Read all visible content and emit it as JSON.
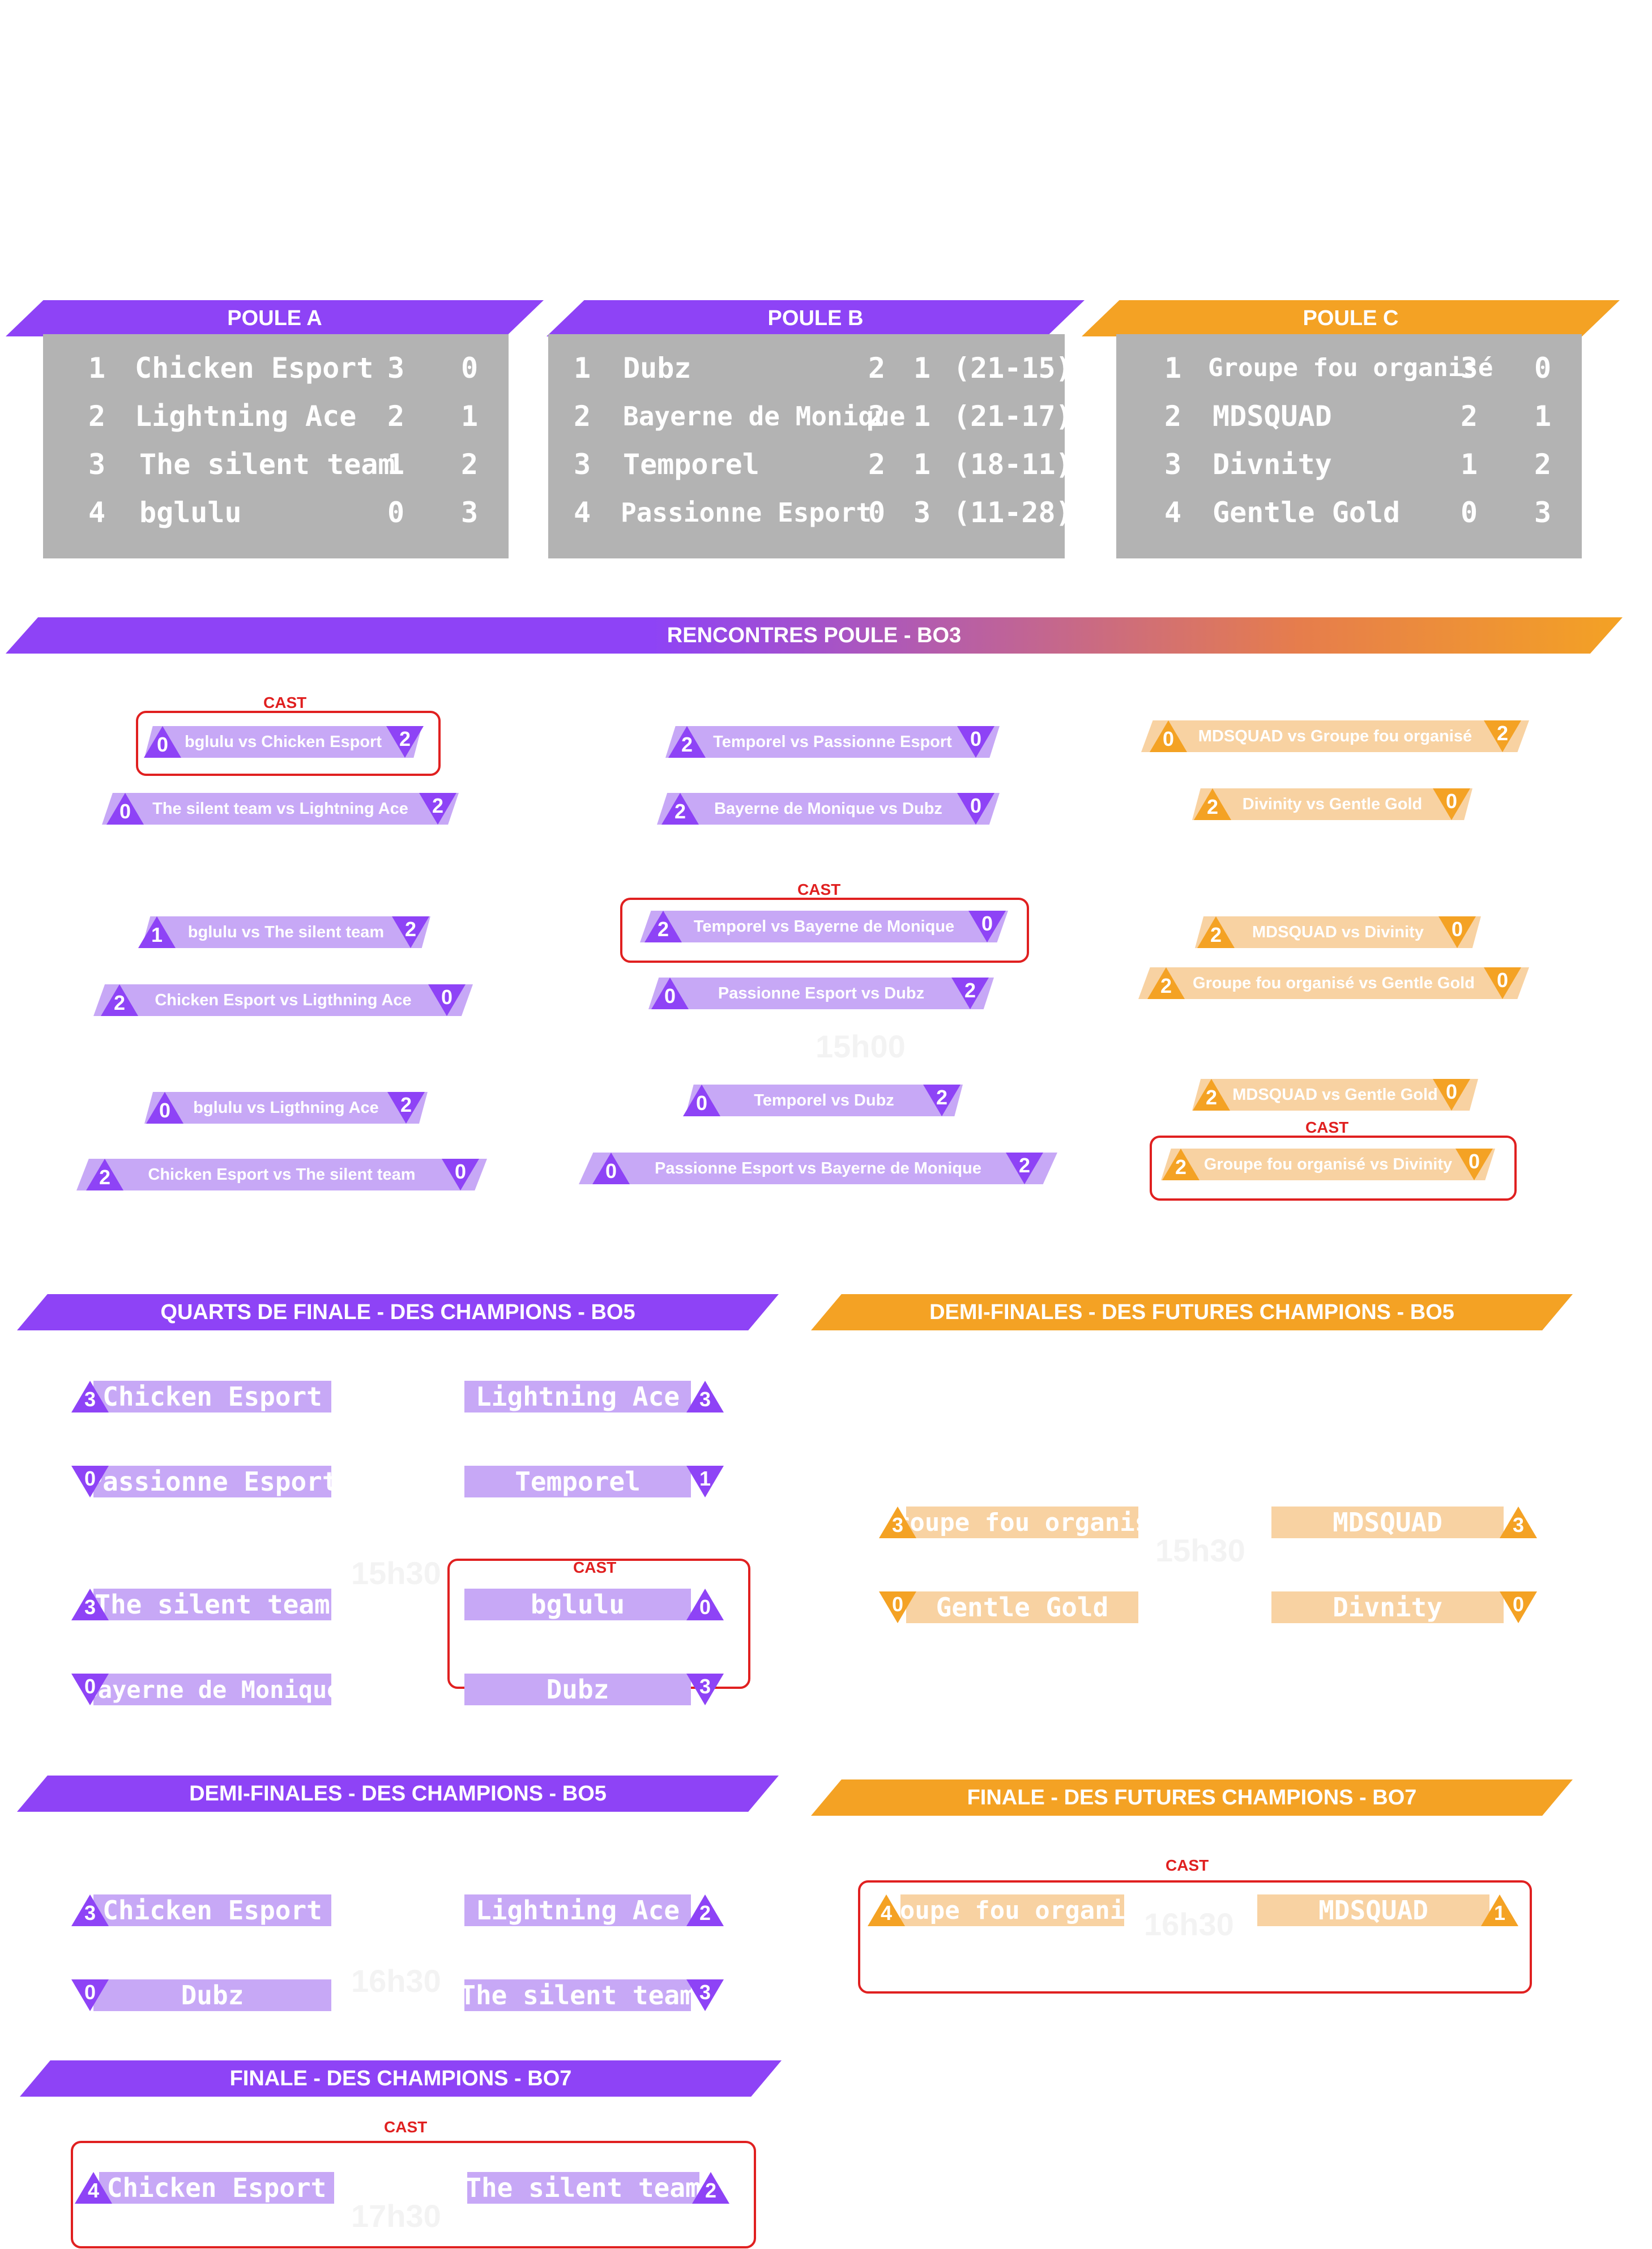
{
  "pools": {
    "a": {
      "title": "POULE A",
      "rows": [
        {
          "rank": "1",
          "team": "Chicken Esport",
          "w": "3",
          "l": "0"
        },
        {
          "rank": "2",
          "team": "Lightning Ace",
          "w": "2",
          "l": "1"
        },
        {
          "rank": "3",
          "team": "The silent team",
          "w": "1",
          "l": "2"
        },
        {
          "rank": "4",
          "team": "bglulu",
          "w": "0",
          "l": "3"
        }
      ]
    },
    "b": {
      "title": "POULE B",
      "rows": [
        {
          "rank": "1",
          "team": "Dubz",
          "w": "2",
          "l": "1",
          "diff": "(21-15)"
        },
        {
          "rank": "2",
          "team": "Bayerne de Monique",
          "w": "2",
          "l": "1",
          "diff": "(21-17)"
        },
        {
          "rank": "3",
          "team": "Temporel",
          "w": "2",
          "l": "1",
          "diff": "(18-11)"
        },
        {
          "rank": "4",
          "team": "Passionne Esport",
          "w": "0",
          "l": "3",
          "diff": "(11-28)"
        }
      ]
    },
    "c": {
      "title": "POULE C",
      "rows": [
        {
          "rank": "1",
          "team": "Groupe fou organisé",
          "w": "3",
          "l": "0"
        },
        {
          "rank": "2",
          "team": "MDSQUAD",
          "w": "2",
          "l": "1"
        },
        {
          "rank": "3",
          "team": "Divnity",
          "w": "1",
          "l": "2"
        },
        {
          "rank": "4",
          "team": "Gentle Gold",
          "w": "0",
          "l": "3"
        }
      ]
    }
  },
  "round_robin": {
    "title": "RENCONTRES POULE - BO3",
    "cast_label": "CAST",
    "time": "15h00",
    "matches": [
      {
        "label": "bglulu vs Chicken Esport",
        "left": "0",
        "right": "2"
      },
      {
        "label": "The silent team vs Lightning Ace",
        "left": "0",
        "right": "2"
      },
      {
        "label": "bglulu vs The silent team",
        "left": "1",
        "right": "2"
      },
      {
        "label": "Chicken Esport vs Ligthning Ace",
        "left": "2",
        "right": "0"
      },
      {
        "label": "bglulu vs Ligthning Ace",
        "left": "0",
        "right": "2"
      },
      {
        "label": "Chicken Esport vs The silent team",
        "left": "2",
        "right": "0"
      },
      {
        "label": "Temporel vs Passionne Esport",
        "left": "2",
        "right": "0"
      },
      {
        "label": "Bayerne de Monique vs Dubz",
        "left": "2",
        "right": "0"
      },
      {
        "label": "Temporel vs Bayerne de Monique",
        "left": "2",
        "right": "0"
      },
      {
        "label": "Passionne Esport vs Dubz",
        "left": "0",
        "right": "2"
      },
      {
        "label": "Temporel vs Dubz",
        "left": "0",
        "right": "2"
      },
      {
        "label": "Passionne Esport vs Bayerne de Monique",
        "left": "0",
        "right": "2"
      },
      {
        "label": "MDSQUAD vs Groupe fou organisé",
        "left": "0",
        "right": "2"
      },
      {
        "label": "Divinity vs Gentle Gold",
        "left": "2",
        "right": "0"
      },
      {
        "label": "MDSQUAD vs Divinity",
        "left": "2",
        "right": "0"
      },
      {
        "label": "Groupe fou organisé vs Gentle Gold",
        "left": "2",
        "right": "0"
      },
      {
        "label": "MDSQUAD vs Gentle Gold",
        "left": "2",
        "right": "0"
      },
      {
        "label": "Groupe fou organisé vs Divinity",
        "left": "2",
        "right": "0"
      }
    ]
  },
  "quarters": {
    "title": "QUARTS DE FINALE - DES CHAMPIONS - BO5",
    "time": "15h30",
    "cast_label": "CAST",
    "teams": [
      {
        "name": "Chicken Esport",
        "score": "3"
      },
      {
        "name": "Lightning Ace",
        "score": "3"
      },
      {
        "name": "Passionne Esport",
        "score": "0"
      },
      {
        "name": "Temporel",
        "score": "1"
      },
      {
        "name": "The silent team",
        "score": "3"
      },
      {
        "name": "bglulu",
        "score": "0"
      },
      {
        "name": "Bayerne de Monique",
        "score": "0"
      },
      {
        "name": "Dubz",
        "score": "3"
      }
    ]
  },
  "semis_future": {
    "title": "DEMI-FINALES - DES FUTURES CHAMPIONS - BO5",
    "time": "15h30",
    "teams": [
      {
        "name": "Groupe fou organisé",
        "score": "3"
      },
      {
        "name": "MDSQUAD",
        "score": "3"
      },
      {
        "name": "Gentle Gold",
        "score": "0"
      },
      {
        "name": "Divnity",
        "score": "0"
      }
    ]
  },
  "semis_champ": {
    "title": "DEMI-FINALES - DES CHAMPIONS - BO5",
    "time": "16h30",
    "teams": [
      {
        "name": "Chicken Esport",
        "score": "3"
      },
      {
        "name": "Lightning Ace",
        "score": "2"
      },
      {
        "name": "Dubz",
        "score": "0"
      },
      {
        "name": "The silent team",
        "score": "3"
      }
    ]
  },
  "final_future": {
    "title": "FINALE - DES FUTURES CHAMPIONS - BO7",
    "cast_label": "CAST",
    "time": "16h30",
    "teams": [
      {
        "name": "Groupe fou organisé",
        "score": "4"
      },
      {
        "name": "MDSQUAD",
        "score": "1"
      }
    ]
  },
  "final_champ": {
    "title": "FINALE - DES CHAMPIONS - BO7",
    "cast_label": "CAST",
    "time": "17h30",
    "teams": [
      {
        "name": "Chicken Esport",
        "score": "4"
      },
      {
        "name": "The silent team",
        "score": "2"
      }
    ]
  },
  "colors": {
    "purple": "#8e43f6",
    "orange": "#f4a224",
    "light_purple": "#c7a8f6",
    "light_orange": "#f8d2a2",
    "pool_grey": "#b3b3b3",
    "cast_red": "#e02020"
  }
}
